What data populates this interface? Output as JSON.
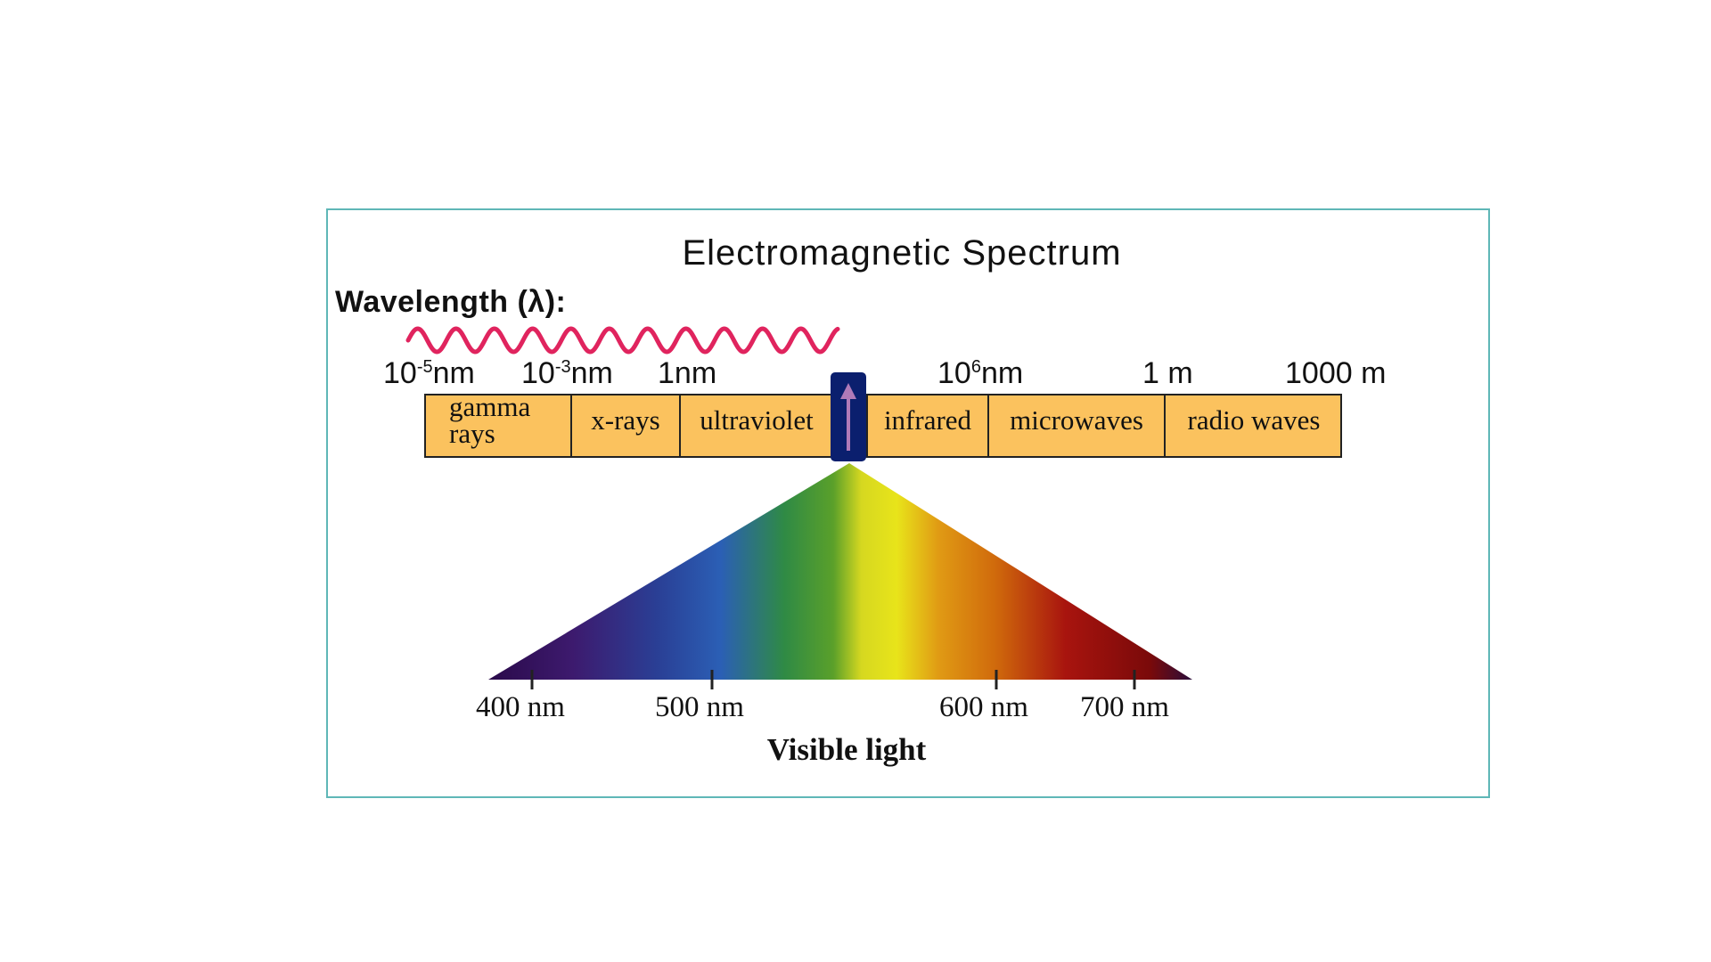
{
  "title": "Electromagnetic Spectrum",
  "wavelength_label": "Wavelength (λ):",
  "scale_labels": [
    {
      "base": "10",
      "exp": "-5",
      "unit": "nm"
    },
    {
      "base": "10",
      "exp": "-3",
      "unit": "nm"
    },
    {
      "base": "1",
      "exp": "",
      "unit": "nm"
    },
    {
      "base": "10",
      "exp": "6",
      "unit": "nm"
    },
    {
      "base": "1",
      "exp": "",
      "unit": " m"
    },
    {
      "base": "1000",
      "exp": "",
      "unit": " m"
    }
  ],
  "bands": [
    {
      "line1": "gamma",
      "line2": "rays"
    },
    {
      "line1": "x-rays"
    },
    {
      "line1": "ultraviolet"
    },
    {
      "line1": "infrared"
    },
    {
      "line1": "microwaves"
    },
    {
      "line1": "radio waves"
    }
  ],
  "visible_ticks": [
    "400 nm",
    "500 nm",
    "600 nm",
    "700 nm"
  ],
  "visible_label": "Visible light",
  "colors": {
    "band_fill": "#fbc25e",
    "wave": "#e0245e",
    "marker": "#0b1f6e",
    "frame_border": "#5fb7b7"
  }
}
